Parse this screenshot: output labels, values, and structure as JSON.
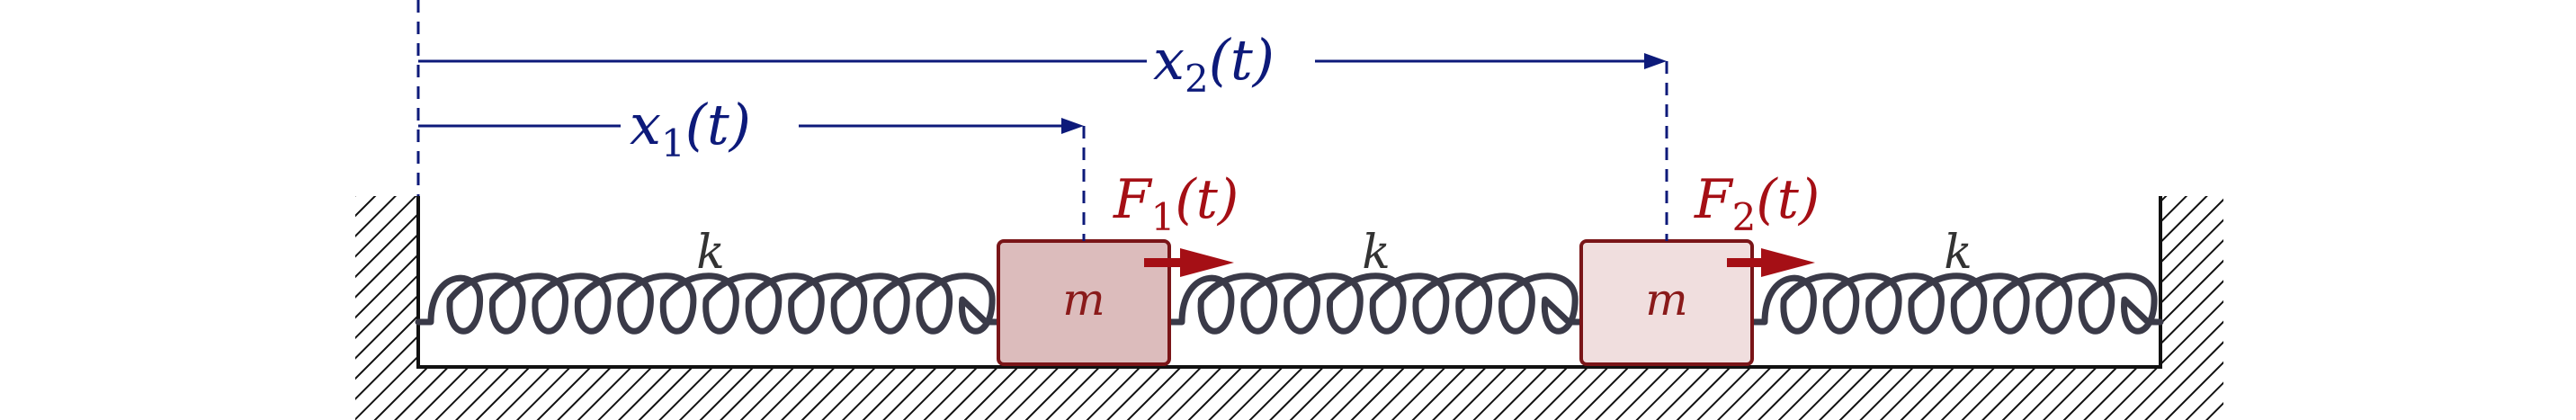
{
  "diagram": {
    "labels": {
      "x1": {
        "main": "x",
        "sub": "1",
        "arg": "(t)"
      },
      "x2": {
        "main": "x",
        "sub": "2",
        "arg": "(t)"
      },
      "f1": {
        "main": "F",
        "sub": "1",
        "arg": "(t)"
      },
      "f2": {
        "main": "F",
        "sub": "2",
        "arg": "(t)"
      },
      "spring_left": "k",
      "spring_mid": "k",
      "spring_right": "k",
      "mass_1": "m",
      "mass_2": "m"
    },
    "colors": {
      "navy": "#0d1a7a",
      "force_red": "#a50f15",
      "mass_fill_1": "#dcbcbc",
      "mass_fill_2": "#f0dede",
      "mass_stroke": "#7a1518",
      "spring": "#3a3a48",
      "wall": "#111111"
    }
  }
}
